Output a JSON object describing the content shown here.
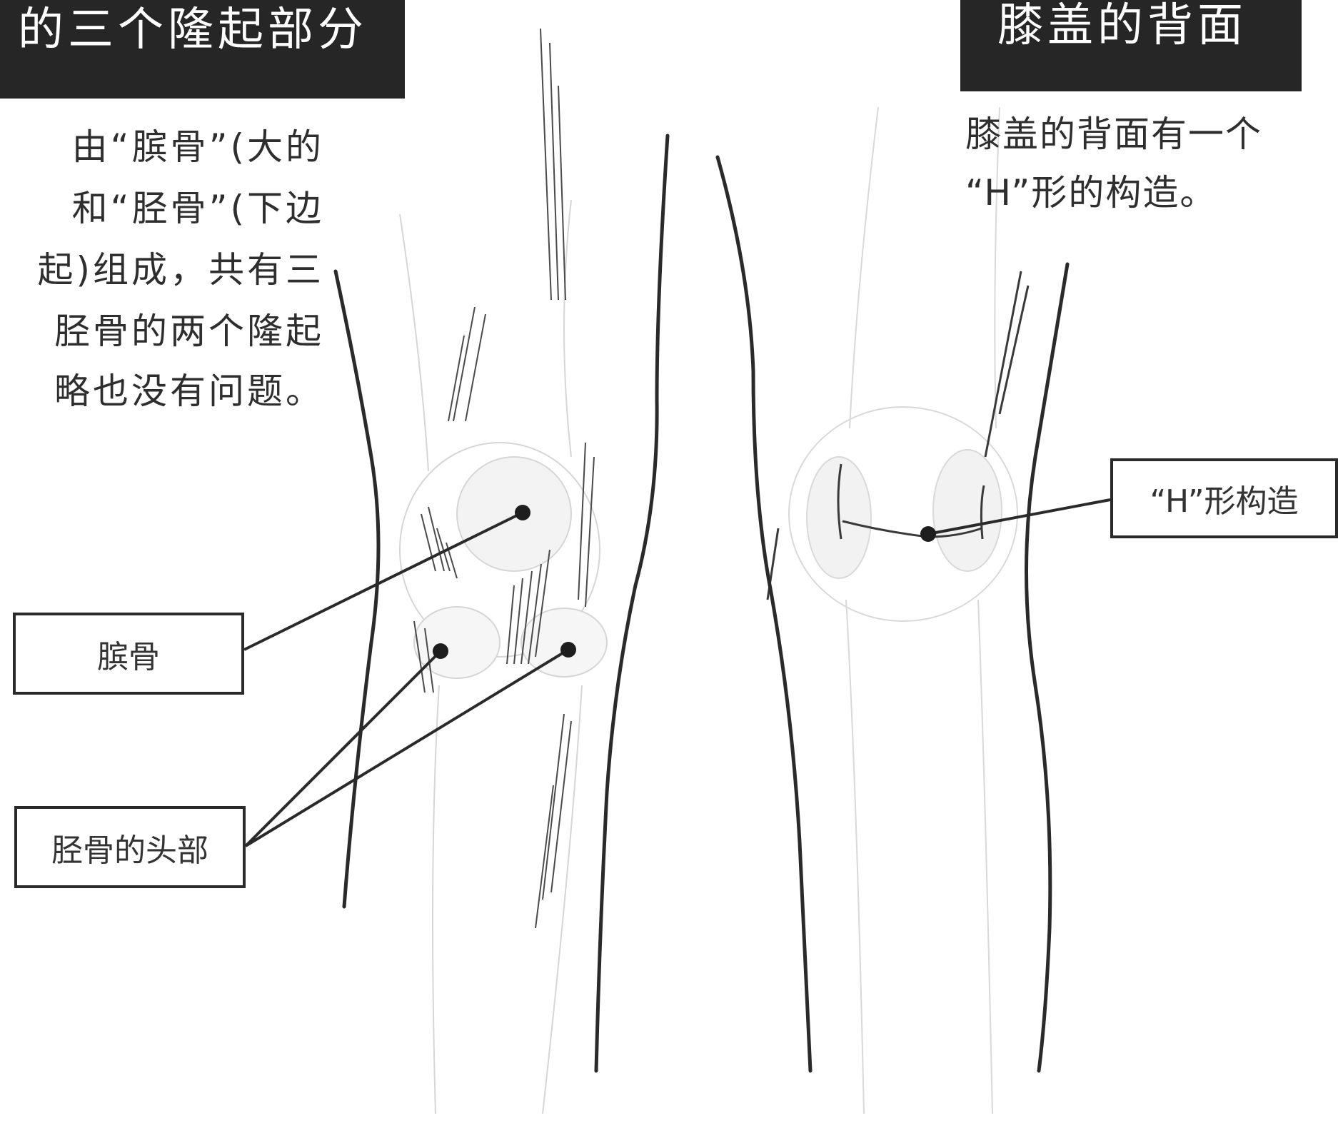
{
  "left_panel": {
    "title": "的三个隆起部分",
    "paragraph_lines": [
      "由“膑骨”(大的",
      "和“胫骨”(下边",
      "起)组成，共有三",
      "胫骨的两个隆起",
      "略也没有问题。"
    ]
  },
  "right_panel": {
    "title": "膝盖的背面",
    "paragraph_lines": [
      "膝盖的背面有一个",
      "“H”形的构造。"
    ]
  },
  "labels": {
    "patella": "膑骨",
    "tibia_head": "胫骨的头部",
    "h_structure": "“H”形构造"
  },
  "colors": {
    "banner_bg": "#262626",
    "banner_text": "#ffffff",
    "ink": "#2a2a2a",
    "sketch": "#cccccc"
  }
}
